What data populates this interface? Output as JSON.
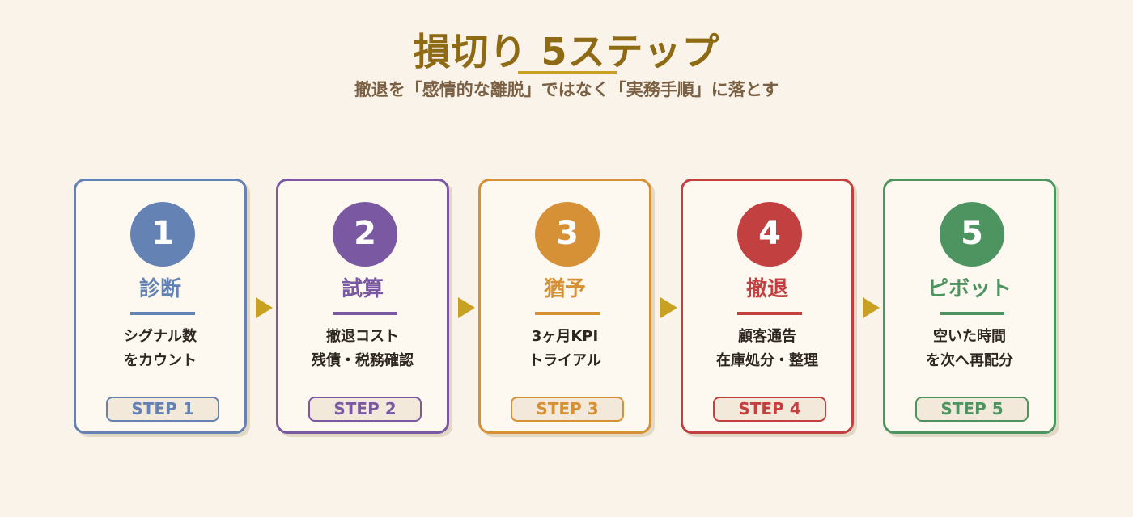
{
  "header": {
    "title": "損切り 5ステップ",
    "subtitle": "撤退を「感情的な離脱」ではなく「実務手順」に落とす"
  },
  "colors": {
    "background": "#f9f3e9",
    "title": "#8f6a14",
    "accent": "#c9a122",
    "subtitle": "#7a5f42"
  },
  "steps": [
    {
      "number": "1",
      "title": "診断",
      "desc": [
        "シグナル数",
        "をカウント"
      ],
      "badge": "STEP 1",
      "color": "#6482b4"
    },
    {
      "number": "2",
      "title": "試算",
      "desc": [
        "撤退コスト",
        "残債・税務確認"
      ],
      "badge": "STEP 2",
      "color": "#7a58a2"
    },
    {
      "number": "3",
      "title": "猶予",
      "desc": [
        "3ヶ月KPI",
        "トライアル"
      ],
      "badge": "STEP 3",
      "color": "#d69036"
    },
    {
      "number": "4",
      "title": "撤退",
      "desc": [
        "顧客通告",
        "在庫処分・整理"
      ],
      "badge": "STEP 4",
      "color": "#c24040"
    },
    {
      "number": "5",
      "title": "ピボット",
      "desc": [
        "空いた時間",
        "を次へ再配分"
      ],
      "badge": "STEP 5",
      "color": "#4e9460"
    }
  ],
  "arrows": [
    "arrow-right",
    "arrow-right",
    "arrow-right",
    "arrow-right"
  ]
}
